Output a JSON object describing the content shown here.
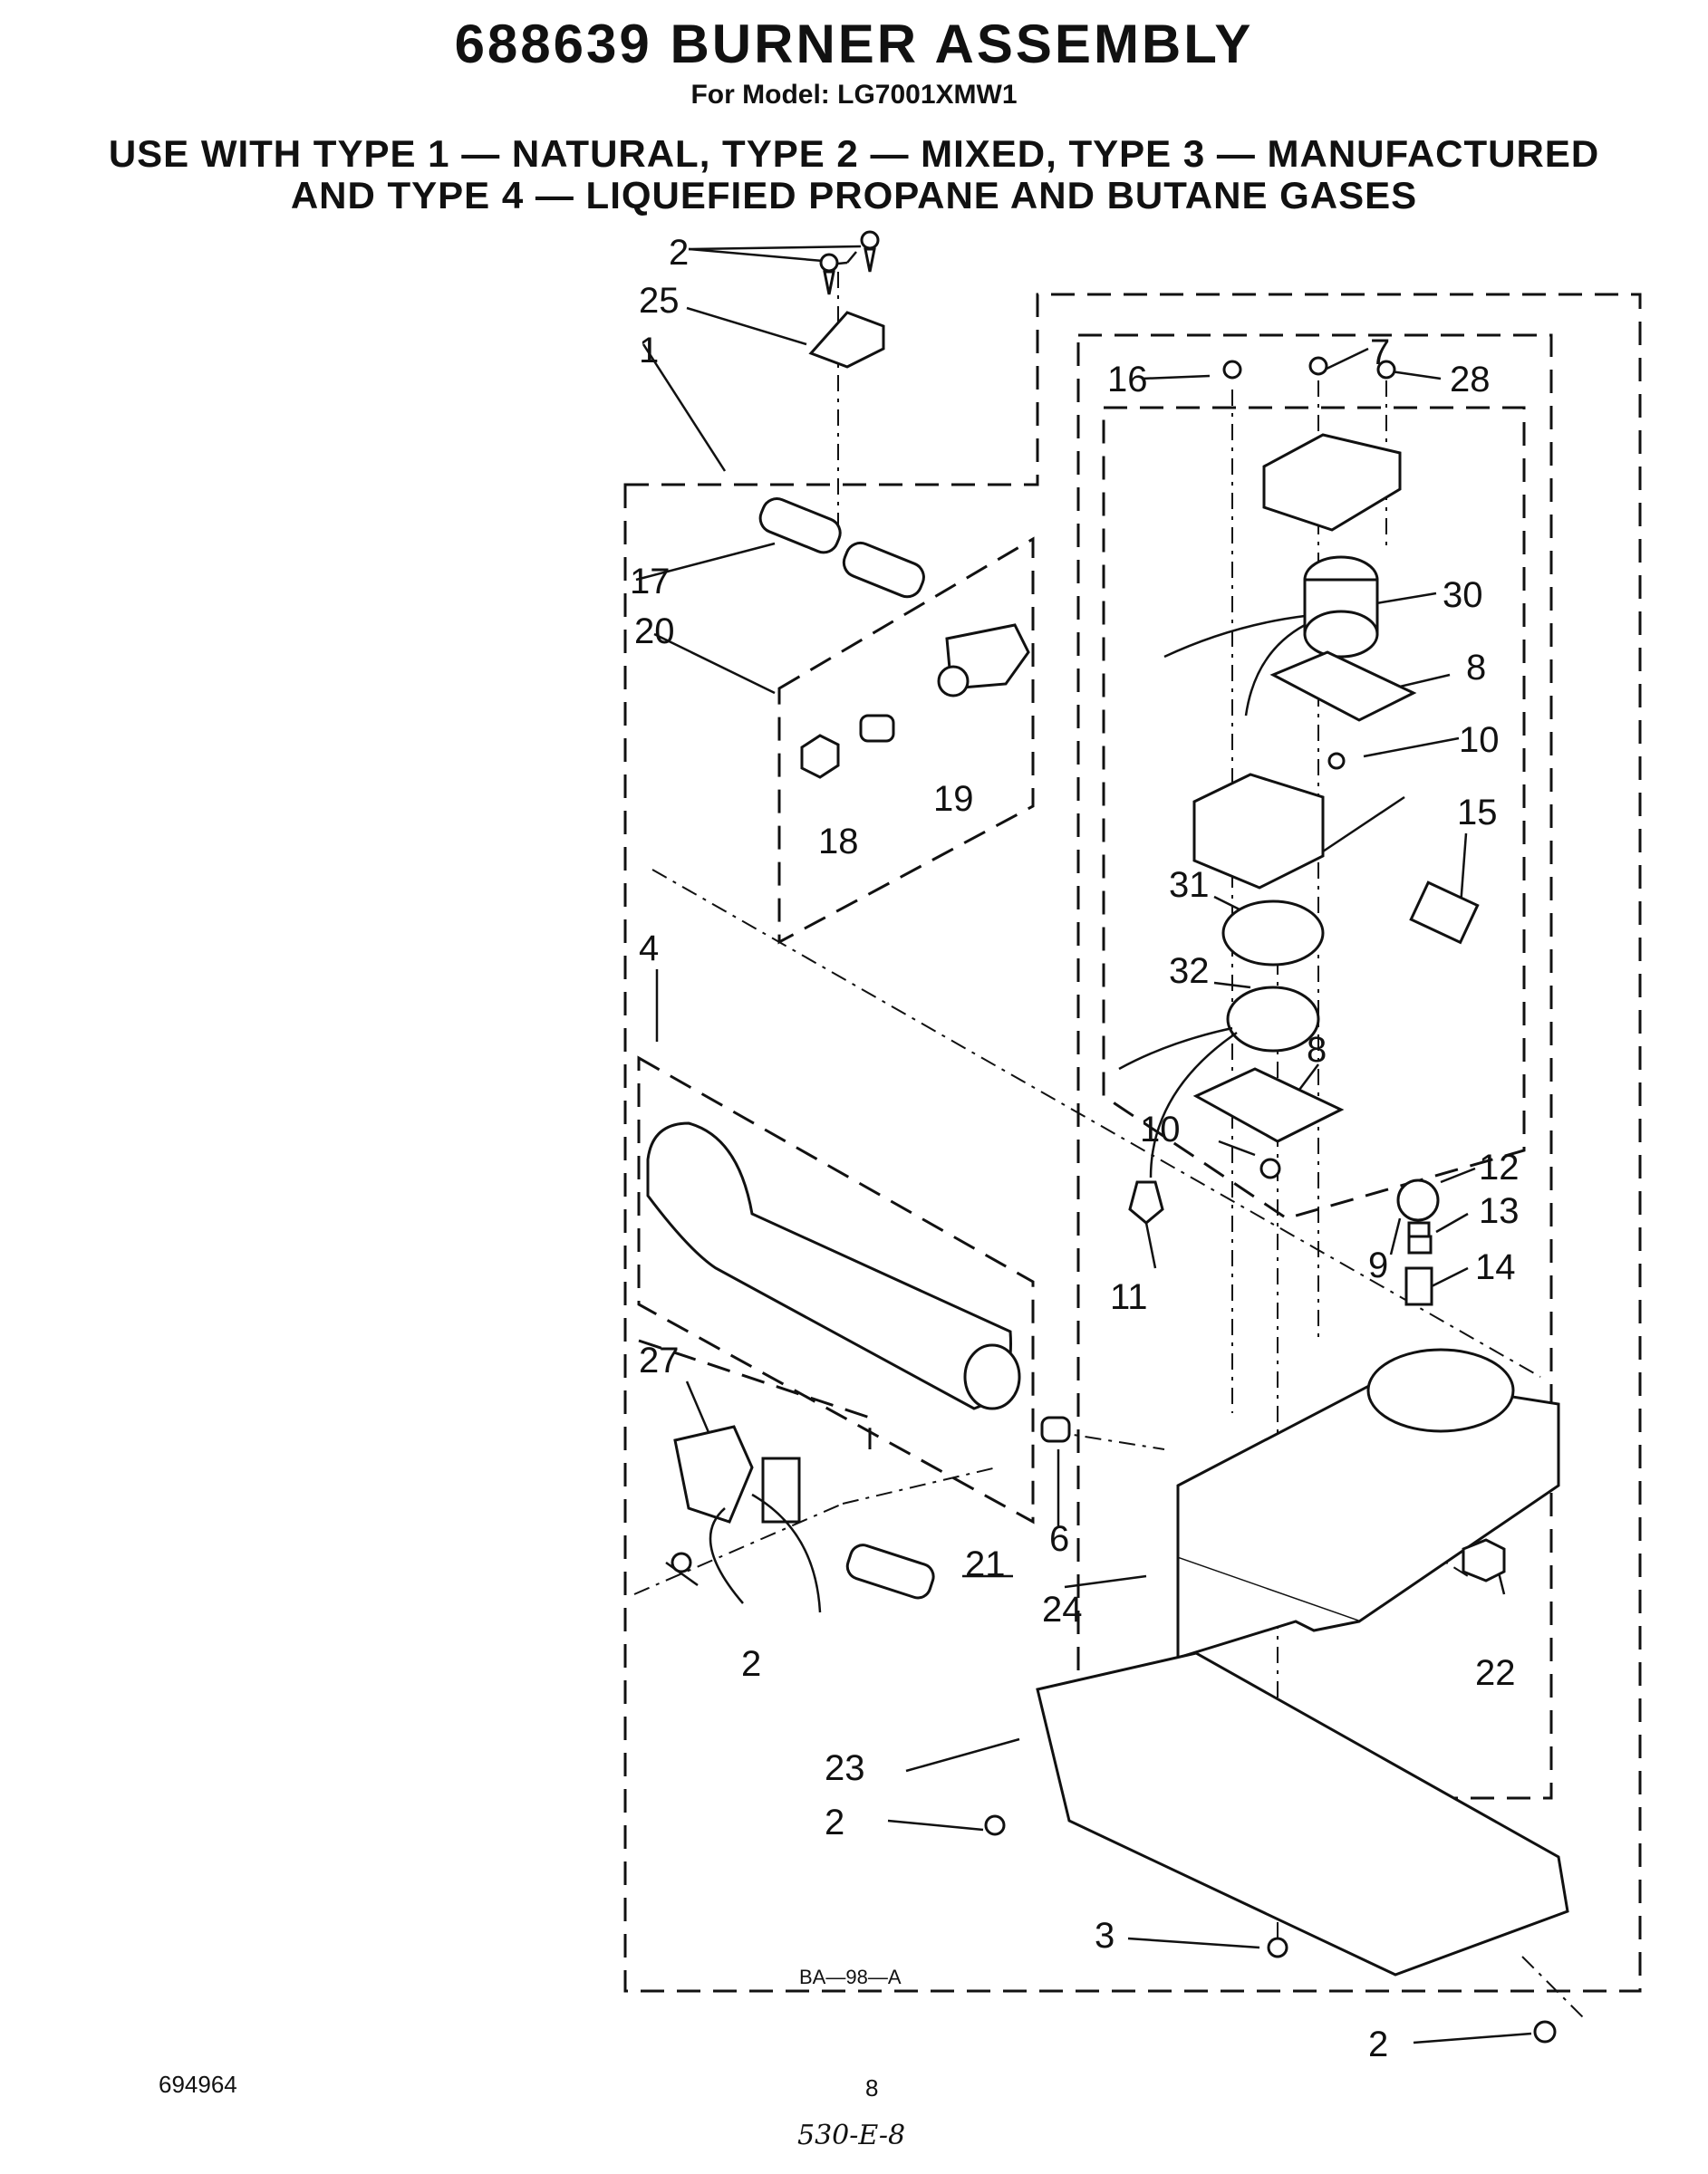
{
  "header": {
    "title": "688639 BURNER ASSEMBLY",
    "model": "For Model: LG7001XMW1",
    "use_line1": "USE WITH TYPE 1 — NATURAL, TYPE 2 — MIXED, TYPE 3 — MANUFACTURED",
    "use_line2": "AND TYPE 4 — LIQUEFIED PROPANE AND BUTANE GASES"
  },
  "diagram": {
    "code": "BA—98—A",
    "callouts": {
      "c2a": "2",
      "c25": "25",
      "c1": "1",
      "c17": "17",
      "c20": "20",
      "c18": "18",
      "c19": "19",
      "c4": "4",
      "c27": "27",
      "c2b": "2",
      "c21": "21",
      "c6": "6",
      "c24": "24",
      "c16": "16",
      "c7": "7",
      "c28": "28",
      "c30": "30",
      "c8a": "8",
      "c10a": "10",
      "c15": "15",
      "c31": "31",
      "c32": "32",
      "c8b": "8",
      "c10b": "10",
      "c12": "12",
      "c13": "13",
      "c14": "14",
      "c9": "9",
      "c11": "11",
      "c22": "22",
      "c23": "23",
      "c2c": "2",
      "c3": "3",
      "c2d": "2"
    }
  },
  "footer": {
    "doc_number": "694964",
    "page_number": "8",
    "handwritten": "530-E-8"
  }
}
